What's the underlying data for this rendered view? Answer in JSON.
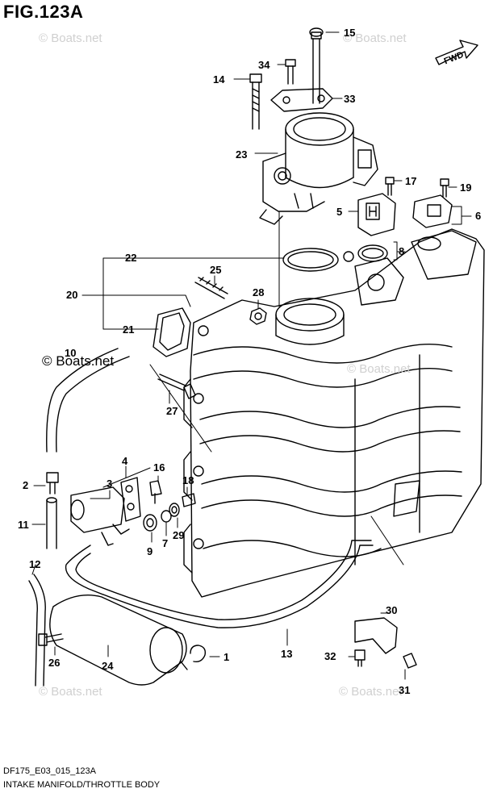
{
  "figure": {
    "title": "FIG.123A",
    "code": "DF175_E03_015_123A",
    "caption": "INTAKE MANIFOLD/THROTTLE BODY"
  },
  "fwd_label": "FWD",
  "watermark_light": "© Boats.net",
  "watermark_dark": "© Boats.net",
  "colors": {
    "line": "#000000",
    "background": "#ffffff",
    "watermark": "#d0d0d0"
  },
  "callouts": [
    "1",
    "2",
    "3",
    "4",
    "5",
    "6",
    "7",
    "8",
    "9",
    "10",
    "11",
    "12",
    "13",
    "14",
    "15",
    "16",
    "17",
    "18",
    "19",
    "20",
    "21",
    "22",
    "23",
    "24",
    "25",
    "26",
    "27",
    "28",
    "29",
    "30",
    "31",
    "32",
    "33",
    "34"
  ]
}
